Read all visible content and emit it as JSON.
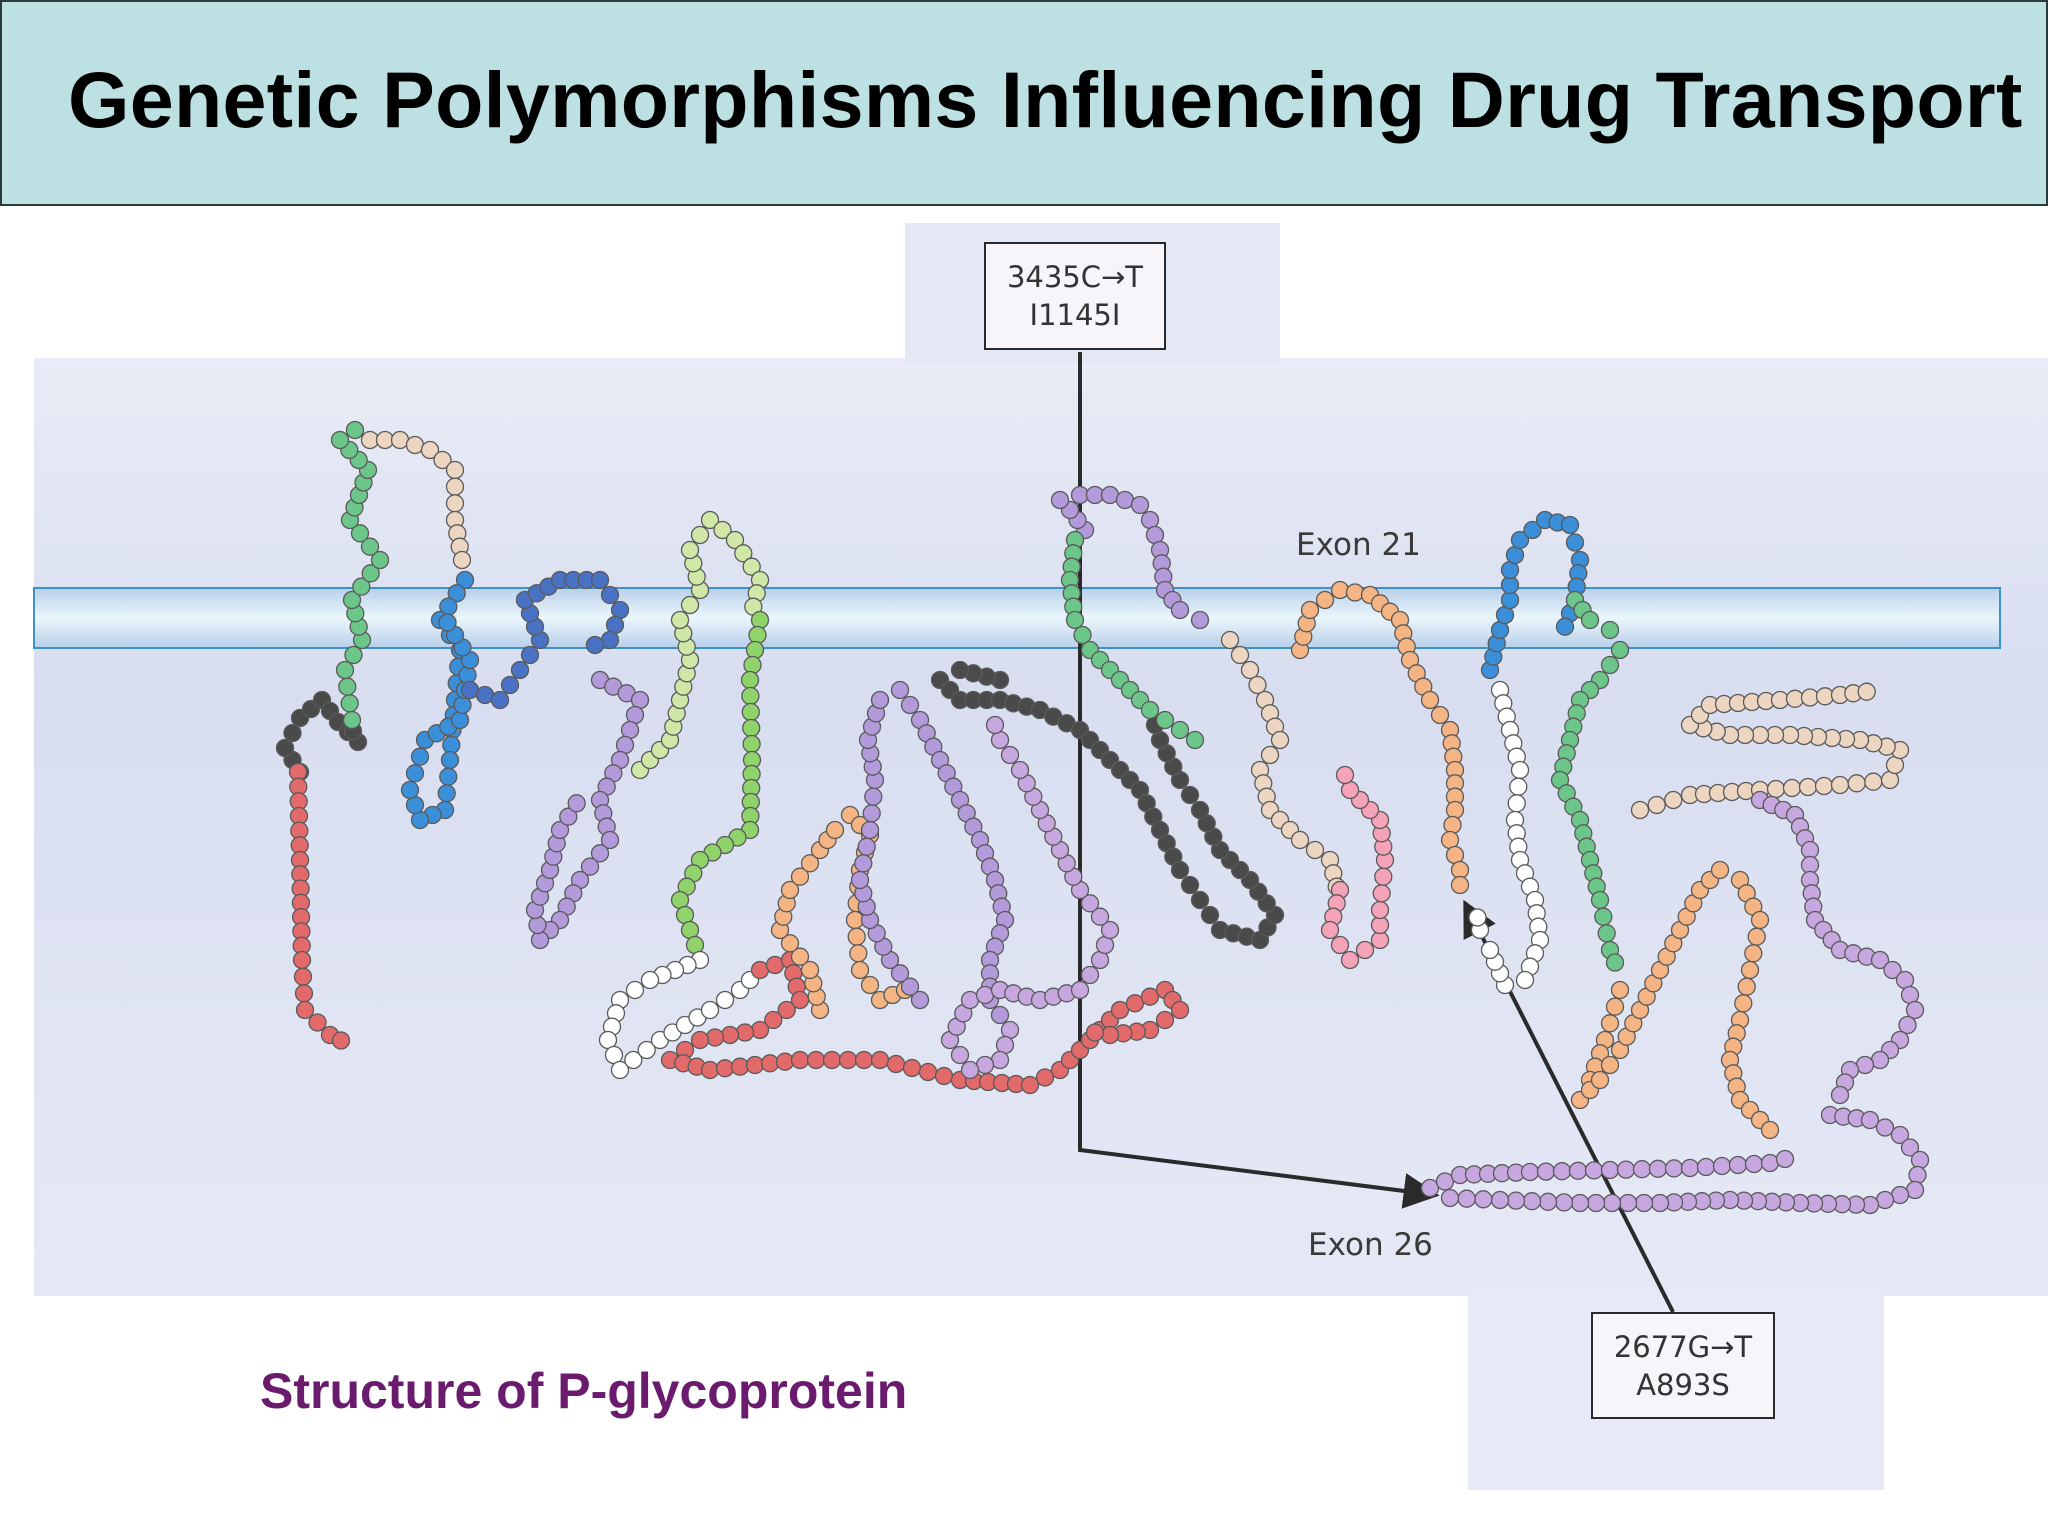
{
  "slide": {
    "title": "Genetic Polymorphisms Influencing Drug Transport",
    "caption": "Structure of P-glycoprotein"
  },
  "diagram": {
    "callouts": [
      {
        "id": "snp-3435",
        "line1": "3435C→T",
        "line2": "I1145I"
      },
      {
        "id": "snp-2677",
        "line1": "2677G→T",
        "line2": "A893S"
      }
    ],
    "exon_labels": {
      "exon21": "Exon 21",
      "exon26": "Exon 26"
    },
    "segment_colors": {
      "black": "#4a4a4a",
      "red": "#e36a6a",
      "green": "#6cc68a",
      "tan": "#ecd6c2",
      "blue": "#3b8fd8",
      "indigo": "#4a72c4",
      "purple": "#b39adb",
      "lightgreen": "#cfe8a8",
      "yellowgreen": "#8fd36a",
      "white": "#ffffff",
      "orange": "#f4b483",
      "pink": "#f4a3b8",
      "lavender": "#c7a7df"
    }
  }
}
